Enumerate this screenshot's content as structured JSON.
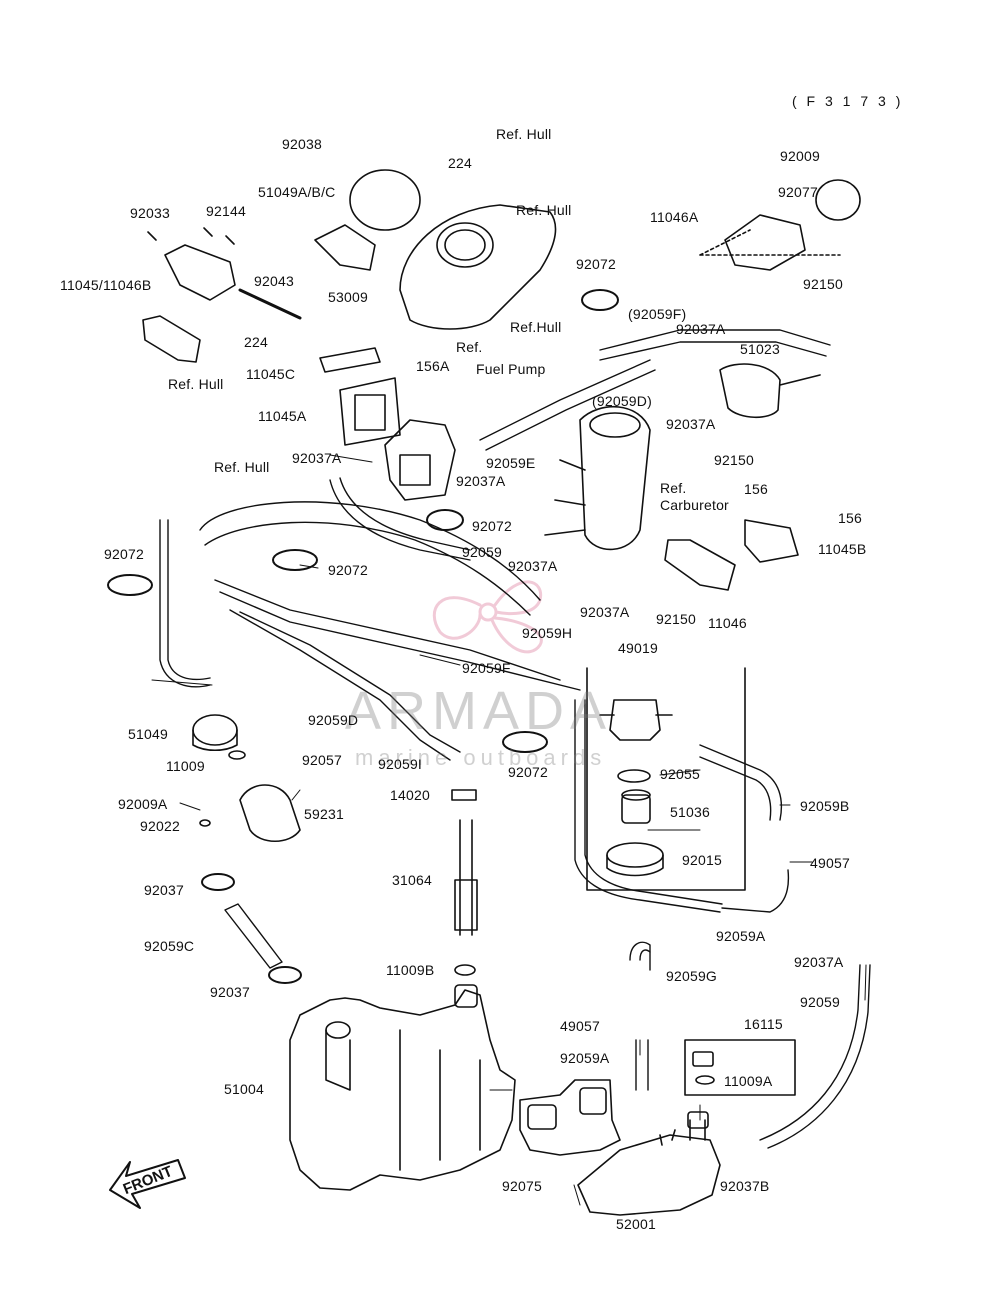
{
  "figure_code": "( F 3 1 7 3 )",
  "watermark": {
    "brand": "ARMADA",
    "tagline": "marine outboards",
    "color": "#e6a0b8"
  },
  "front_marker": "FRONT",
  "labels": {
    "p92038": "92038",
    "ref_hull_top": "Ref. Hull",
    "p224_top": "224",
    "p51049abc": "51049A/B/C",
    "ref_hull_cover": "Ref. Hull",
    "p92033": "92033",
    "p92144": "92144",
    "p53009": "53009",
    "p11045_11046b": "11045/11046B",
    "p92043": "92043",
    "p224_left": "224",
    "ref_hull_left": "Ref. Hull",
    "p92009": "92009",
    "p92077": "92077",
    "p11046a": "11046A",
    "p92150_tr": "92150",
    "p92072_top": "92072",
    "p92059f_paren": "(92059F)",
    "ref_hull_mid": "Ref.Hull",
    "p92037a_r1": "92037A",
    "p51023": "51023",
    "ref_fuel_pump_1": "Ref.",
    "ref_fuel_pump_2": "Fuel Pump",
    "p11045c": "11045C",
    "p156a": "156A",
    "p11045a": "11045A",
    "p92059d_paren": "(92059D)",
    "p92037a_r2": "92037A",
    "p92150_r": "92150",
    "ref_hull_pipe": "Ref. Hull",
    "p92037a_l": "92037A",
    "p92059e": "92059E",
    "p92037a_c": "92037A",
    "ref_carb_1": "Ref.",
    "ref_carb_2": "Carburetor",
    "p156_1": "156",
    "p156_2": "156",
    "p11045b": "11045B",
    "p92072_c": "92072",
    "p92072_left": "92072",
    "p92059": "92059",
    "p92072_mid": "92072",
    "p92037a_c2": "92037A",
    "p92037a_c3": "92037A",
    "p92150_c": "92150",
    "p11046": "11046",
    "p92059h": "92059H",
    "p49019": "49019",
    "p92059f": "92059F",
    "p92059d": "92059D",
    "p51049": "51049",
    "p11009": "11009",
    "p92057": "92057",
    "p92059i": "92059I",
    "p92072_low": "92072",
    "p92055": "92055",
    "p92009a": "92009A",
    "p14020": "14020",
    "p92022": "92022",
    "p59231": "59231",
    "p51036": "51036",
    "p92059b": "92059B",
    "p92015": "92015",
    "p49057_r": "49057",
    "p31064": "31064",
    "p92037_1": "92037",
    "p92059a_r": "92059A",
    "p92059c": "92059C",
    "p92059g": "92059G",
    "p92037a_far": "92037A",
    "p11009b": "11009B",
    "p92037_2": "92037",
    "p92059_far": "92059",
    "p16115": "16115",
    "p49057_b": "49057",
    "p11009a": "11009A",
    "p92059a_b": "92059A",
    "p51004": "51004",
    "p92075": "92075",
    "p92037b": "92037B",
    "p52001": "52001"
  }
}
